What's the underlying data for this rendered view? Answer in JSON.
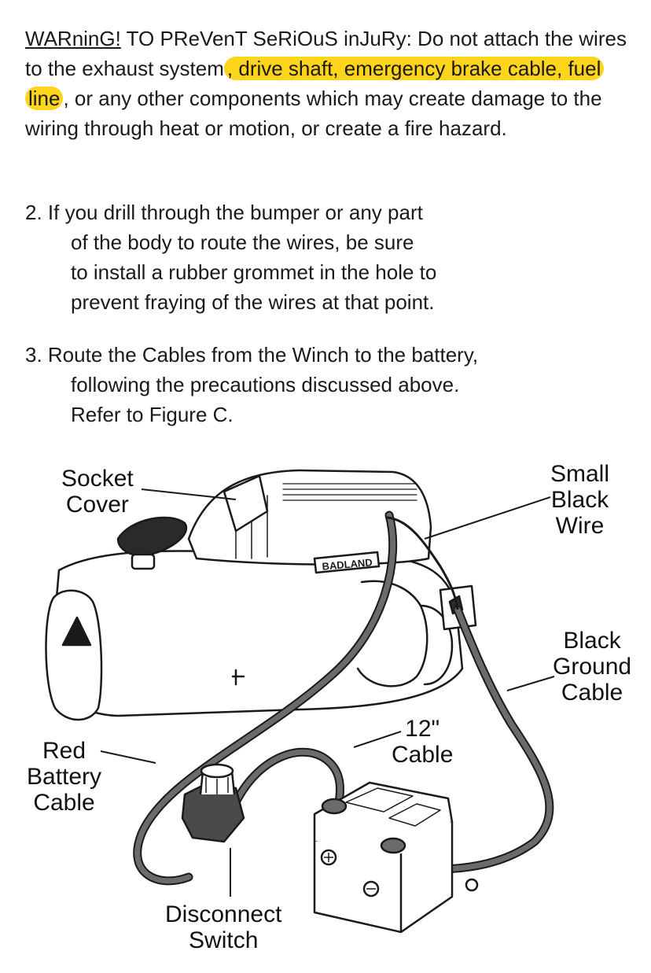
{
  "warning": {
    "lead": "WARninG!",
    "caps": " TO PReVenT SeRiOuS inJuRy:",
    "pre": " Do not attach the wires to the exhaust system",
    "highlight": ", drive shaft, emergency brake cable, fuel line",
    "post": ", or any other components which may create damage to the wiring through heat or motion, or create a fire hazard."
  },
  "steps": [
    {
      "lines": [
        "2. If you drill through the bumper or any part",
        "of the body to route the wires, be sure",
        "to install a rubber grommet in the hole to",
        "prevent fraying of the wires at that point."
      ]
    },
    {
      "lines": [
        "3. Route the Cables from the Winch to the battery,",
        "following the precautions discussed above.",
        "Refer to Figure C."
      ]
    }
  ],
  "figure": {
    "brand": "BADLAND",
    "labels": {
      "socket_cover": [
        "Socket",
        "Cover"
      ],
      "small_black_wire": [
        "Small",
        "Black",
        "Wire"
      ],
      "black_ground_cable": [
        "Black",
        "Ground",
        "Cable"
      ],
      "cable_12": [
        "12\"",
        "Cable"
      ],
      "red_battery_cable": [
        "Red",
        "Battery",
        "Cable"
      ],
      "disconnect_switch": [
        "Disconnect",
        "Switch"
      ]
    }
  },
  "colors": {
    "highlight": "#ffd51c",
    "ink": "#1a1a1a",
    "cable_fill": "#6b6b6b"
  }
}
